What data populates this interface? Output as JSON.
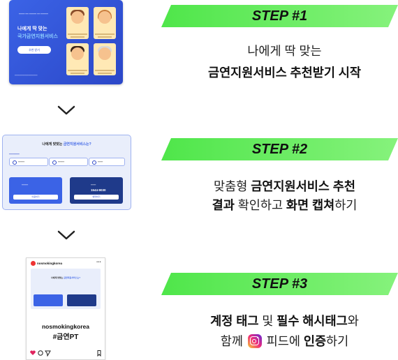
{
  "steps": [
    {
      "label": "STEP #1",
      "line1_plain": "나에게 딱 맞는",
      "line2_bold": "금연지원서비스 추천받기 시작"
    },
    {
      "label": "STEP #2",
      "line1_plain": "맞춤형 ",
      "line1_bold": "금연지원서비스 추천",
      "line2_bold_a": "결과",
      "line2_plain_a": " 확인하고 ",
      "line2_bold_b": "화면 캡쳐",
      "line2_plain_b": "하기"
    },
    {
      "label": "STEP #3",
      "line1_bold_a": "계정 태그",
      "line1_plain_a": " 및 ",
      "line1_bold_b": "필수 해시태그",
      "line1_plain_b": "와",
      "line2_plain_a": "함께 ",
      "line2_plain_b": " 피드에 ",
      "line2_bold": "인증",
      "line2_plain_c": "하기"
    }
  ],
  "thumb1": {
    "headline_1": "나에게 딱 맞는",
    "headline_2": "국가금연지원서비스",
    "button": "추천 받기"
  },
  "thumb2": {
    "title_plain": "나에게 맞맞는 ",
    "title_highlight": "금연지원서비스는?",
    "card_b_number": "1544-9030",
    "card_a_button": "이용하기",
    "card_b_button": "예약하기"
  },
  "thumb3": {
    "account": "nosmokingkorea",
    "overlay_line1": "nosmokingkorea",
    "overlay_line2": "#금연PT"
  },
  "colors": {
    "banner_green": "#4fe64a",
    "thumb_blue": "#3b63e6",
    "thumb_navy": "#1f3a8a"
  },
  "icons": [
    "chevron-down-icon",
    "instagram-icon",
    "heart-icon",
    "comment-icon",
    "send-icon",
    "bookmark-icon"
  ]
}
